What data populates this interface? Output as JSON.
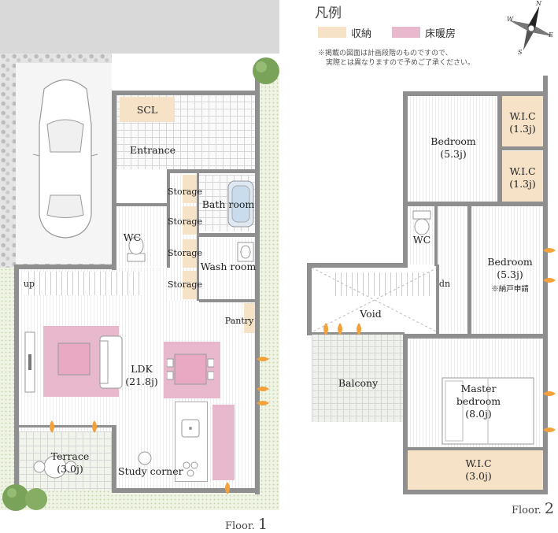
{
  "legend": {
    "title": "凡例",
    "storage_label": "収納",
    "heating_label": "床暖房",
    "note_line1": "※掲載の図面は計画段階のものですので、",
    "note_line2": "実際とは異なりますので予めご了承ください。",
    "colors": {
      "storage": "#f6e3c7",
      "heating": "#e6b3c8"
    }
  },
  "compass": {
    "n": "N",
    "s": "S",
    "e": "E",
    "w": "W"
  },
  "floor1": {
    "floor_word": "Floor.",
    "floor_num": "1",
    "rooms": {
      "scl": "SCL",
      "entrance": "Entrance",
      "storage": "Storage",
      "bath_room": "Bath room",
      "wc": "WC",
      "wash_room": "Wash room",
      "pantry": "Pantry",
      "ldk": "LDK",
      "ldk_size": "(21.8j)",
      "terrace": "Terrace",
      "terrace_size": "(3.0j)",
      "study_corner": "Study corner"
    },
    "stair_label": "up"
  },
  "floor2": {
    "floor_word": "Floor.",
    "floor_num": "2",
    "rooms": {
      "bedroom": "Bedroom",
      "bedroom1_size": "(5.3j)",
      "wic": "W.I.C",
      "wic1_size": "(1.3j)",
      "wic2_size": "(1.3j)",
      "wc": "WC",
      "bedroom2_size": "(5.3j)",
      "bedroom2_note": "※納戸申請",
      "void": "Void",
      "balcony": "Balcony",
      "master_line1": "Master",
      "master_line2": "bedroom",
      "master_size": "(8.0j)",
      "wic3_size": "(3.0j)"
    },
    "stair_label": "dn"
  }
}
